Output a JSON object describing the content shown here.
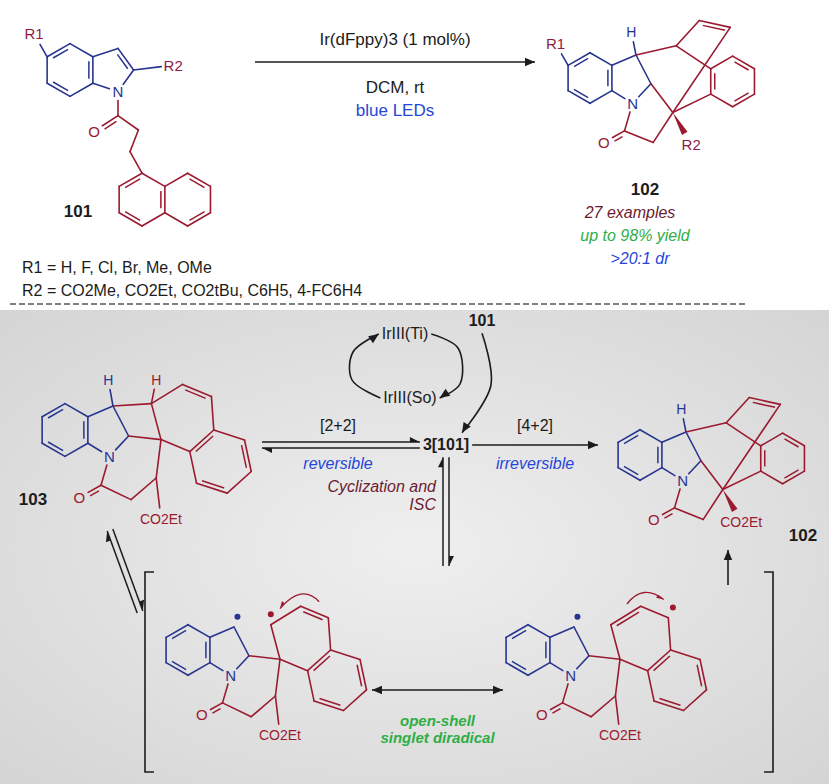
{
  "diagram": {
    "nodes": [
      {
        "text": [
          "R1",
          "R2",
          "N",
          "O",
          "101"
        ]
      },
      {
        "text": [
          "R1",
          "H",
          "N",
          "O",
          "R2",
          "102"
        ]
      },
      {
        "text": [
          "IrIII(Ti)"
        ]
      },
      {
        "text": [
          "101"
        ]
      },
      {
        "text": [
          "IrIII(So)"
        ]
      },
      {
        "text": [
          "3[101]"
        ]
      },
      {
        "text": [
          "H",
          "H",
          "N",
          "O",
          "CO2Et",
          "103"
        ]
      },
      {
        "text": [
          "H",
          "N",
          "O",
          "CO2Et",
          "102"
        ]
      },
      {
        "text": [
          "open-shell singlet diradical"
        ]
      },
      {
        "text": [
          "N",
          "O",
          "CO2Et"
        ],
        "in": 8
      },
      {
        "text": [
          "N",
          "O",
          "CO2Et"
        ],
        "in": 8
      }
    ],
    "edges": [
      {
        "from": 0,
        "to": 1,
        "arrow": "to",
        "label": "Ir(dFppy)3 (1 mol%)"
      },
      {
        "from": 4,
        "to": 2,
        "arrow": "to"
      },
      {
        "from": 2,
        "to": 4,
        "arrow": "to"
      },
      {
        "from": 3,
        "to": 5,
        "arrow": "to"
      },
      {
        "from": 6,
        "to": 5,
        "arrow": "both",
        "label": "[2+2]"
      },
      {
        "from": 5,
        "to": 7,
        "arrow": "to",
        "label": "[4+2]"
      },
      {
        "from": 5,
        "to": 8,
        "arrow": "both",
        "label": "Cyclization and ISC"
      },
      {
        "from": 6,
        "to": 8,
        "arrow": "both"
      },
      {
        "from": 9,
        "to": 10,
        "arrow": "both"
      },
      {
        "from": 10,
        "to": 7,
        "arrow": "to"
      }
    ],
    "labels": [
      "DCM, rt",
      "blue LEDs",
      "27 examples",
      "up to 98% yield",
      ">20:1 dr",
      "R1 = H, F, Cl, Br, Me, OMe",
      "R2 = CO2Me, CO2Et, CO2tBu, C6H5, 4-FC6H4",
      "reversible",
      "irreversible"
    ]
  }
}
